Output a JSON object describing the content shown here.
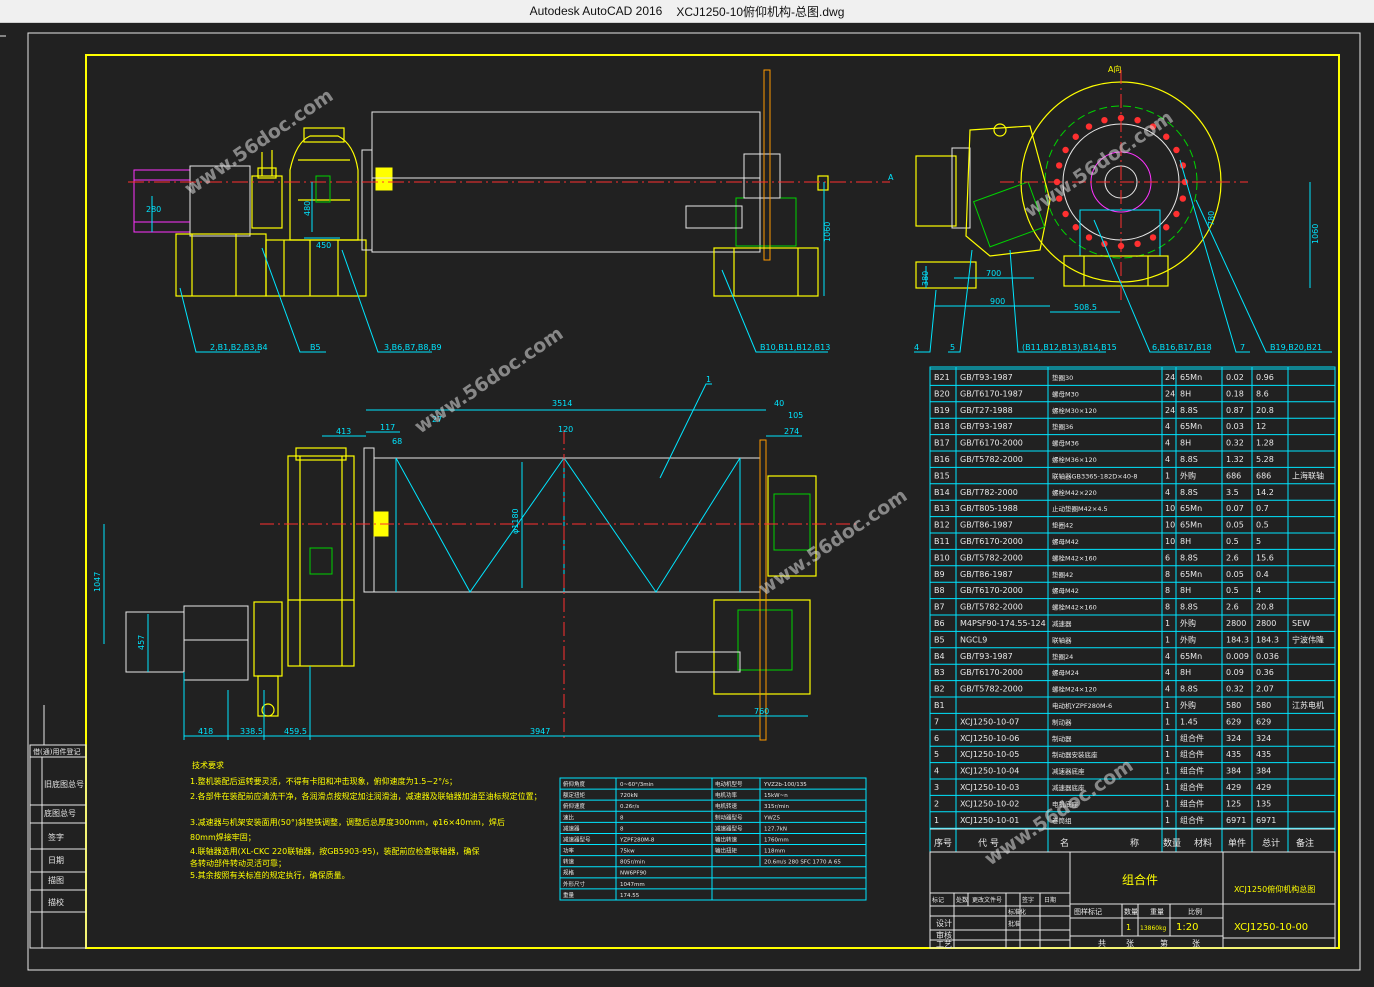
{
  "window": {
    "app": "Autodesk AutoCAD 2016",
    "document": "XCJ1250-10俯仰机构-总图.dwg"
  },
  "watermark": "www.56doc.com",
  "side_view_labels": {
    "l1": "2,B1,B2,B3,B4",
    "l2": "B5",
    "l3": "3,B6,B7,B8,B9",
    "l4": "B10,B11,B12,B13",
    "dim_280": "280",
    "dim_480": "480",
    "dim_450": "450",
    "dim_1060": "1060",
    "section_a": "A"
  },
  "end_view_labels": {
    "title": "A向",
    "l4": "4",
    "l5": "5",
    "l6": "(B11,B12,B13),B14,B15",
    "l7": "6,B16,B17,B18",
    "l8": "7",
    "l9": "B19,B20,B21",
    "dim_700": "700",
    "dim_900": "900",
    "dim_5085": "508.5",
    "dim_380": "380",
    "dim_1060": "1060",
    "dim_780": "780"
  },
  "plan_view_labels": {
    "part_1": "1",
    "dim_3514": "3514",
    "dim_40": "40",
    "dim_413": "413",
    "dim_117": "117",
    "dim_68": "68",
    "dim_27": "27",
    "dim_120": "120",
    "dim_105": "105",
    "dim_274": "274",
    "dim_1180": "φ1180",
    "dim_1047": "1047",
    "dim_457": "457",
    "dim_418": "418",
    "dim_3365": "338.5",
    "dim_4595": "459.5",
    "dim_3947": "3947",
    "dim_760": "760"
  },
  "tech_notes": {
    "title": "技术要求",
    "n1": "1.整机装配后运转要灵活，不得有卡阻和冲击现象，俯仰速度为1.5~2°/s；",
    "n2": "2.各部件在装配前应清洗干净，各润滑点按规定加注润滑油，减速器及联轴器加油至油标规定位置；",
    "n3": "3.减速器与机架安装面用(50°)斜垫铁调整，调整后总厚度300mm，φ16×40mm，焊后",
    "n3b": "80mm焊接牢固；",
    "n4": "4.联轴器选用(XL-CKC 220联轴器，按GB5903-95)，装配前应检查联轴器，确保",
    "n4b": "各转动部件转动灵活可靠；",
    "n5": "5.其余按照有关标准的规定执行，确保质量。"
  },
  "params": [
    [
      "俯仰角度",
      "0~60°/3min",
      "电动机型号",
      "YVZ2b-100/135"
    ],
    [
      "额定扭矩",
      "720kN",
      "电机功率",
      "15kW~n"
    ],
    [
      "俯仰速度",
      "0.26r/s",
      "电机转速",
      "315r/min"
    ],
    [
      "速比",
      "8",
      "制动器型号",
      "YWZ5"
    ],
    [
      "减速器",
      "8",
      "减速器型号",
      "127.7kN"
    ],
    [
      "减速器型号",
      "YZPF280M-8",
      "输出转速",
      "1760mm"
    ],
    [
      "功率",
      "75kw",
      "输出扭矩",
      "118mm"
    ],
    [
      "转速",
      "805r/min",
      "",
      "20.6m/s 280 SFC 1770 A 65"
    ],
    [
      "规格",
      "NW6PF90",
      "",
      ""
    ],
    [
      "外形尺寸",
      "1047mm",
      "",
      ""
    ],
    [
      "重量",
      "174.55",
      "",
      ""
    ]
  ],
  "bom_rows": [
    [
      "B21",
      "GB/T93-1987",
      "垫圈30",
      "24",
      "65Mn",
      "0.02",
      "0.96",
      ""
    ],
    [
      "B20",
      "GB/T6170-1987",
      "螺母M30",
      "24",
      "8H",
      "0.18",
      "8.6",
      ""
    ],
    [
      "B19",
      "GB/T27-1988",
      "螺栓M30×120",
      "24",
      "8.8S",
      "0.87",
      "20.8",
      ""
    ],
    [
      "B18",
      "GB/T93-1987",
      "垫圈36",
      "4",
      "65Mn",
      "0.03",
      "12",
      ""
    ],
    [
      "B17",
      "GB/T6170-2000",
      "螺母M36",
      "4",
      "8H",
      "0.32",
      "1.28",
      ""
    ],
    [
      "B16",
      "GB/T5782-2000",
      "螺栓M36×120",
      "4",
      "8.8S",
      "1.32",
      "5.28",
      ""
    ],
    [
      "B15",
      "",
      "联轴器GB3365-182D×40-8",
      "1",
      "外购",
      "686",
      "686",
      "上海联轴"
    ],
    [
      "B14",
      "GB/T782-2000",
      "螺栓M42×220",
      "4",
      "8.8S",
      "3.5",
      "14.2",
      ""
    ],
    [
      "B13",
      "GB/T805-1988",
      "止动垫圈M42×4.5",
      "10",
      "65Mn",
      "0.07",
      "0.7",
      ""
    ],
    [
      "B12",
      "GB/T86-1987",
      "垫圈42",
      "10",
      "65Mn",
      "0.05",
      "0.5",
      ""
    ],
    [
      "B11",
      "GB/T6170-2000",
      "螺母M42",
      "10",
      "8H",
      "0.5",
      "5",
      ""
    ],
    [
      "B10",
      "GB/T5782-2000",
      "螺栓M42×160",
      "6",
      "8.8S",
      "2.6",
      "15.6",
      ""
    ],
    [
      "B9",
      "GB/T86-1987",
      "垫圈42",
      "8",
      "65Mn",
      "0.05",
      "0.4",
      ""
    ],
    [
      "B8",
      "GB/T6170-2000",
      "螺母M42",
      "8",
      "8H",
      "0.5",
      "4",
      ""
    ],
    [
      "B7",
      "GB/T5782-2000",
      "螺栓M42×160",
      "8",
      "8.8S",
      "2.6",
      "20.8",
      ""
    ],
    [
      "B6",
      "M4PSF90-174.55-124",
      "减速器",
      "1",
      "外购",
      "2800",
      "2800",
      "SEW"
    ],
    [
      "B5",
      "NGCL9",
      "联轴器",
      "1",
      "外购",
      "184.3",
      "184.3",
      "宁波伟隆"
    ],
    [
      "B4",
      "GB/T93-1987",
      "垫圈24",
      "4",
      "65Mn",
      "0.009",
      "0.036",
      ""
    ],
    [
      "B3",
      "GB/T6170-2000",
      "螺母M24",
      "4",
      "8H",
      "0.09",
      "0.36",
      ""
    ],
    [
      "B2",
      "GB/T5782-2000",
      "螺栓M24×120",
      "4",
      "8.8S",
      "0.32",
      "2.07",
      ""
    ],
    [
      "B1",
      "",
      "电动机YZPF280M-6",
      "1",
      "外购",
      "580",
      "580",
      "江苏电机"
    ],
    [
      "7",
      "XCJ1250-10-07",
      "制动器",
      "1",
      "1.45",
      "629",
      "629",
      ""
    ],
    [
      "6",
      "XCJ1250-10-06",
      "制动器",
      "1",
      "组合件",
      "324",
      "324",
      ""
    ],
    [
      "5",
      "XCJ1250-10-05",
      "制动器安装底座",
      "1",
      "组合件",
      "435",
      "435",
      ""
    ],
    [
      "4",
      "XCJ1250-10-04",
      "减速器底座",
      "1",
      "组合件",
      "384",
      "384",
      ""
    ],
    [
      "3",
      "XCJ1250-10-03",
      "减速器底座",
      "1",
      "组合件",
      "429",
      "429",
      ""
    ],
    [
      "2",
      "XCJ1250-10-02",
      "电机底座",
      "1",
      "组合件",
      "125",
      "135",
      ""
    ],
    [
      "1",
      "XCJ1250-10-01",
      "卷筒组",
      "1",
      "组合件",
      "6971",
      "6971",
      ""
    ]
  ],
  "bom_header": [
    "序号",
    "代 号",
    "名",
    "称",
    "数量",
    "材料",
    "单件",
    "总计",
    "备注"
  ],
  "title_block": {
    "type": "组合件",
    "name": "XCJ1250俯仰机构总图",
    "drawing_no": "XCJ1250-10-00",
    "scale": "1:20",
    "weight": "13860kg",
    "qty": "1",
    "labels": [
      "标记",
      "处数",
      "更改文件号",
      "签字",
      "日期"
    ],
    "rows": [
      "设计",
      "审核",
      "工艺"
    ],
    "approve": [
      "标准化",
      "批准"
    ],
    "stage": [
      "图样标记",
      "数量",
      "重量",
      "比例"
    ],
    "sheets": [
      "共",
      "张",
      "第",
      "张"
    ]
  },
  "left_strip": [
    "借(通)用件登记",
    "旧底图总号",
    "底图总号",
    "签字",
    "日期",
    "描图",
    "描校"
  ]
}
